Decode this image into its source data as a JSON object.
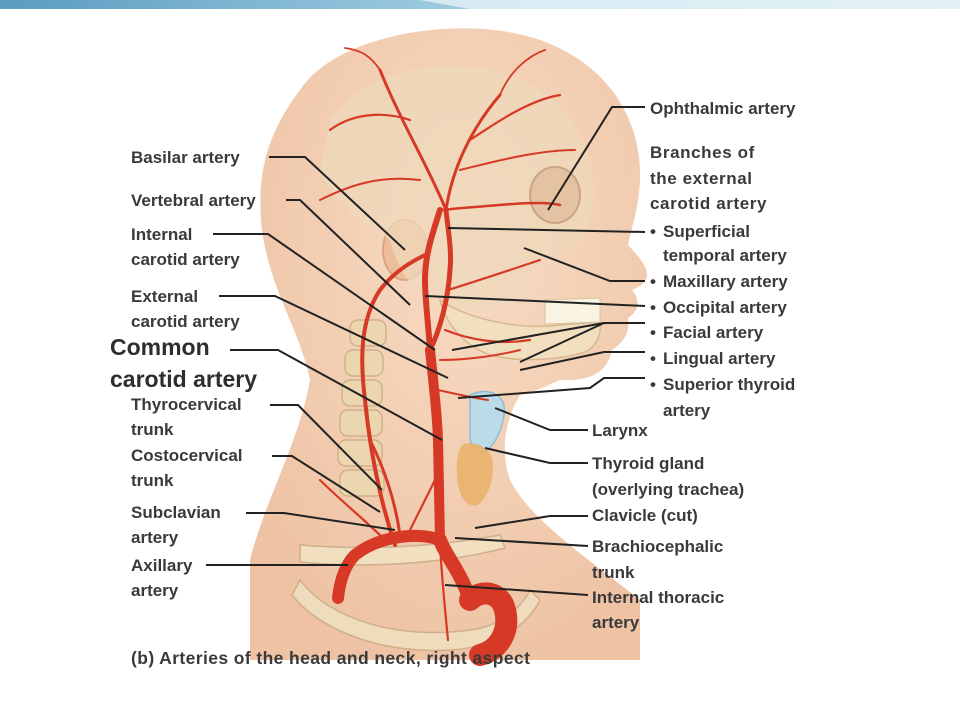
{
  "colors": {
    "skin": "#f3d2b7",
    "bone": "#efdcb8",
    "artery": "#d63a26",
    "leader": "#222222",
    "label_text": "#3a3a3a",
    "banner": "#6fa9c9"
  },
  "labels": {
    "ophthalmic": "Ophthalmic artery",
    "branches_heading_1": "Branches of",
    "branches_heading_2": "the external",
    "branches_heading_3": "carotid artery",
    "superficial_temporal_1": "Superficial",
    "superficial_temporal_2": "temporal artery",
    "maxillary": "Maxillary artery",
    "occipital": "Occipital artery",
    "facial": "Facial artery",
    "lingual": "Lingual artery",
    "superior_thyroid_1": "Superior thyroid",
    "superior_thyroid_2": "artery",
    "basilar": "Basilar artery",
    "vertebral": "Vertebral artery",
    "internal_carotid_1": "Internal",
    "internal_carotid_2": "carotid artery",
    "external_carotid_1": "External",
    "external_carotid_2": "carotid artery",
    "common_carotid_1": "Common",
    "common_carotid_2": "carotid artery",
    "thyrocervical_1": "Thyrocervical",
    "thyrocervical_2": "trunk",
    "costocervical_1": "Costocervical",
    "costocervical_2": "trunk",
    "subclavian_1": "Subclavian",
    "subclavian_2": "artery",
    "axillary_1": "Axillary",
    "axillary_2": "artery",
    "larynx": "Larynx",
    "thyroid_1": "Thyroid gland",
    "thyroid_2": "(overlying trachea)",
    "clavicle": "Clavicle (cut)",
    "brachiocephalic_1": "Brachiocephalic",
    "brachiocephalic_2": "trunk",
    "internal_thoracic_1": "Internal thoracic",
    "internal_thoracic_2": "artery",
    "bullet": "•"
  },
  "caption": "(b) Arteries of the head and neck, right aspect"
}
